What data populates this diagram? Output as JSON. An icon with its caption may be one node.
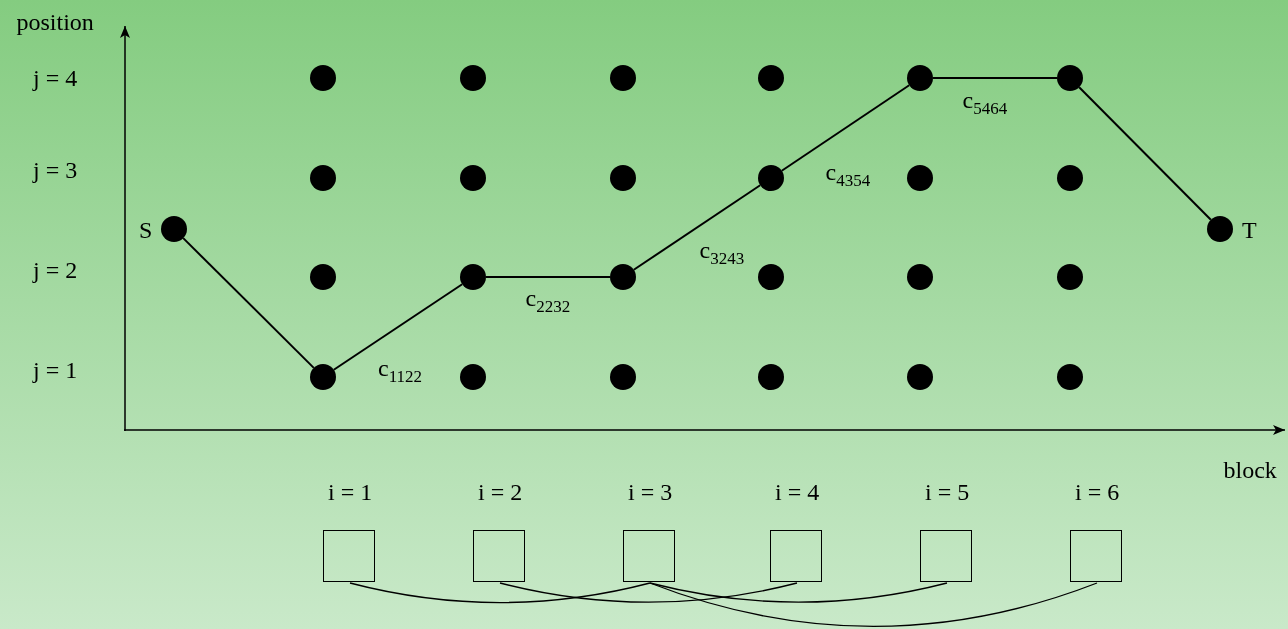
{
  "diagram": {
    "nodes": [
      {
        "text": [],
        "shape": "circle",
        "beside": [
          "S"
        ]
      },
      {
        "text": [],
        "shape": "circle"
      },
      {
        "text": [],
        "shape": "circle"
      },
      {
        "text": [],
        "shape": "circle"
      },
      {
        "text": [],
        "shape": "circle"
      },
      {
        "text": [],
        "shape": "circle"
      },
      {
        "text": [],
        "shape": "circle"
      },
      {
        "text": [],
        "shape": "circle"
      },
      {
        "text": [],
        "shape": "circle"
      },
      {
        "text": [],
        "shape": "circle"
      },
      {
        "text": [],
        "shape": "circle"
      },
      {
        "text": [],
        "shape": "circle"
      },
      {
        "text": [],
        "shape": "circle"
      },
      {
        "text": [],
        "shape": "circle"
      },
      {
        "text": [],
        "shape": "circle"
      },
      {
        "text": [],
        "shape": "circle"
      },
      {
        "text": [],
        "shape": "circle"
      },
      {
        "text": [],
        "shape": "circle"
      },
      {
        "text": [],
        "shape": "circle"
      },
      {
        "text": [],
        "shape": "circle"
      },
      {
        "text": [],
        "shape": "circle"
      },
      {
        "text": [],
        "shape": "circle"
      },
      {
        "text": [],
        "shape": "circle"
      },
      {
        "text": [],
        "shape": "circle"
      },
      {
        "text": [],
        "shape": "circle"
      },
      {
        "text": [],
        "shape": "circle",
        "beside": [
          "T"
        ]
      },
      {
        "text": [],
        "shape": "box",
        "beside": [
          "i = 1"
        ]
      },
      {
        "text": [],
        "shape": "box",
        "beside": [
          "i = 2"
        ]
      },
      {
        "text": [],
        "shape": "box",
        "beside": [
          "i = 3"
        ]
      },
      {
        "text": [],
        "shape": "box",
        "beside": [
          "i = 4"
        ]
      },
      {
        "text": [],
        "shape": "box",
        "beside": [
          "i = 5"
        ]
      },
      {
        "text": [],
        "shape": "box",
        "beside": [
          "i = 6"
        ]
      }
    ],
    "edges": [
      {
        "from": 0,
        "to": 4,
        "arrow": "none"
      },
      {
        "from": 4,
        "to": 7,
        "arrow": "none",
        "label": "c$_{1122}$"
      },
      {
        "from": 7,
        "to": 11,
        "arrow": "none",
        "label": "c$_{2232}$"
      },
      {
        "from": 11,
        "to": 14,
        "arrow": "none",
        "label": "c$_{3243}$"
      },
      {
        "from": 14,
        "to": 17,
        "arrow": "none",
        "label": "c$_{4354}$"
      },
      {
        "from": 17,
        "to": 21,
        "arrow": "none",
        "label": "c$_{5464}$"
      },
      {
        "from": 21,
        "to": 25,
        "arrow": "none"
      },
      {
        "from": 26,
        "to": 28,
        "arrow": "none"
      },
      {
        "from": 27,
        "to": 29,
        "arrow": "none"
      },
      {
        "from": 28,
        "to": 30,
        "arrow": "none"
      },
      {
        "from": 28,
        "to": 31,
        "arrow": "none"
      }
    ],
    "labels": [
      "position",
      "j = 4",
      "j = 3",
      "j = 2",
      "j = 1",
      "block"
    ]
  }
}
